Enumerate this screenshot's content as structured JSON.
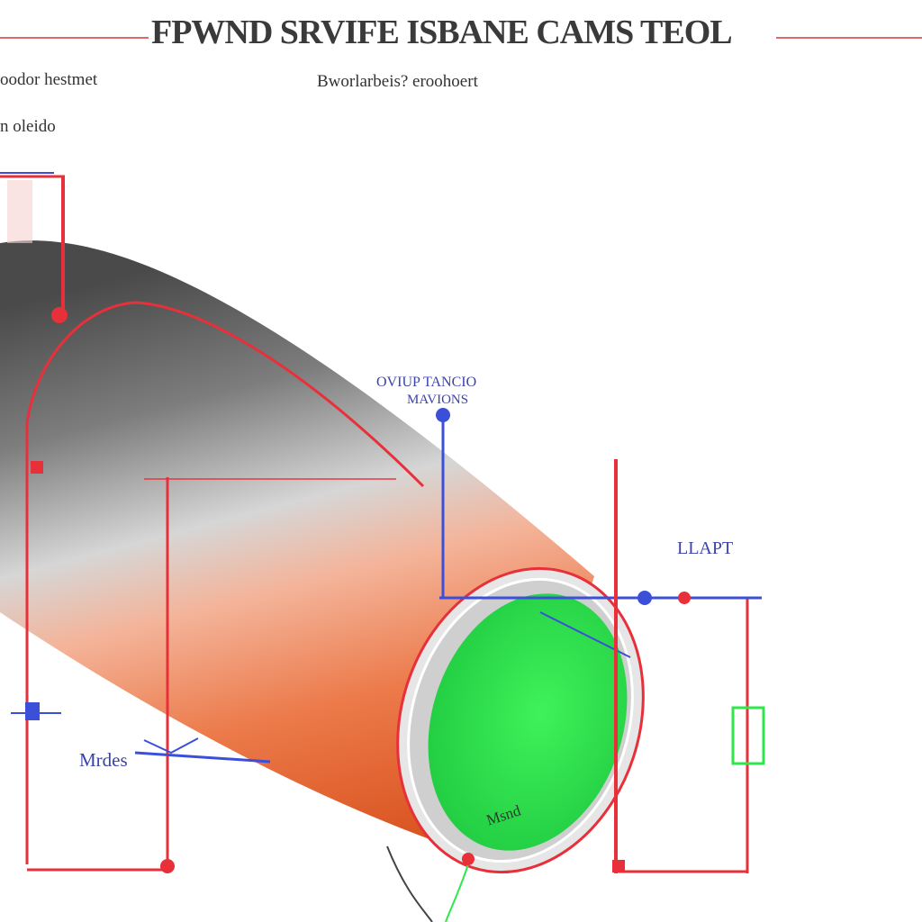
{
  "header": {
    "title": "FPWND SRVIFE ISBANE CAMS TEOL"
  },
  "labels": {
    "top_left": "oodor hestmet",
    "top_left_sub": "n oleido",
    "top_center": "Bworlarbeis? eroohoert",
    "callout_top": "OVIUP TANCIO",
    "callout_top_sub": "MAVIONS",
    "right_label": "LLAPT",
    "left_label": "Mrdes",
    "inner_label": "Msnd"
  },
  "colors": {
    "pipe_shell": "#ef6a3a",
    "pipe_metal": "#5d5d5d",
    "cross_section": "#2ee84a",
    "dimension_red": "#e8303a",
    "dimension_blue": "#3b4fd8",
    "label_blue": "#3b43a8"
  }
}
